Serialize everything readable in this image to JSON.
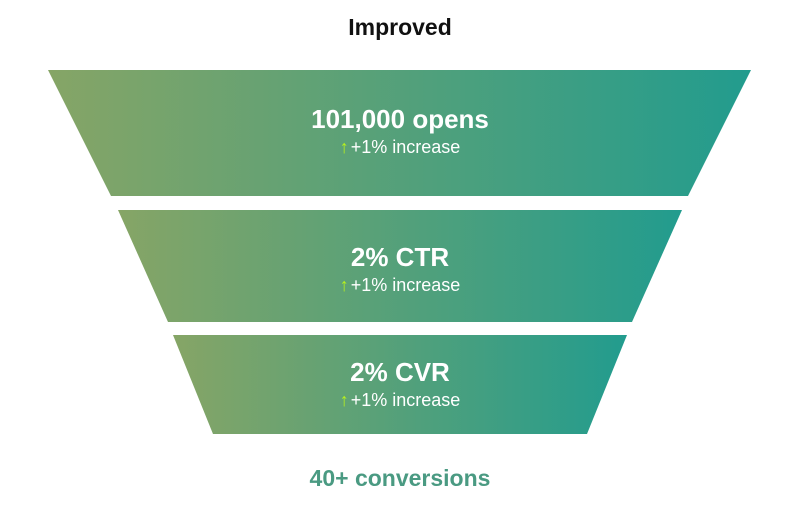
{
  "title": "Improved",
  "stages": [
    {
      "metric": "101,000 opens",
      "change": "+1% increase",
      "icon": "arrow-up-icon"
    },
    {
      "metric": "2% CTR",
      "change": "+1% increase",
      "icon": "arrow-up-icon"
    },
    {
      "metric": "2% CVR",
      "change": "+1% increase",
      "icon": "arrow-up-icon"
    }
  ],
  "footer": "40+ conversions",
  "colors": {
    "gradient_start": "#86a566",
    "gradient_end": "#229c8e",
    "arrow": "#b8f21c",
    "footer": "#4a9a82"
  },
  "arrow_glyph": "↑"
}
